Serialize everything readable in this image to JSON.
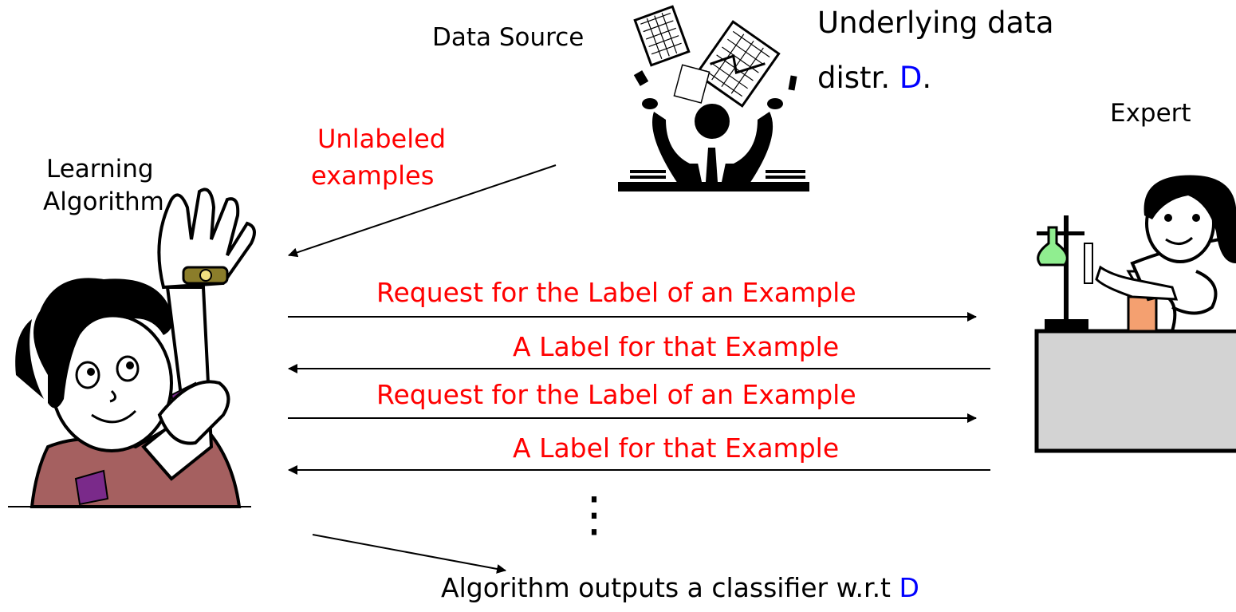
{
  "labels": {
    "data_source": "Data Source",
    "underlying_line1": "Underlying data",
    "underlying_line2_prefix": "distr. ",
    "distribution_symbol": "D",
    "underlying_line2_suffix": ".",
    "expert": "Expert",
    "learning_line1": "Learning",
    "learning_line2": "Algorithm",
    "unlabeled_line1": "Unlabeled",
    "unlabeled_line2": "examples",
    "request_1": "Request for the Label of an Example",
    "response_1": "A Label for that Example",
    "request_2": "Request for the Label of an Example",
    "response_2": "A Label for that Example",
    "ellipsis": "⋮",
    "output_prefix": "Algorithm outputs a classifier w.r.t ",
    "output_symbol": "D"
  },
  "colors": {
    "message_text": "#ff0000",
    "symbol_text": "#0000ff",
    "lines": "#000000",
    "bench": "#d3d3d3",
    "flask_liquid": "#90ee90",
    "beaker_liquid": "#f4a070",
    "shirt": "#a56060",
    "sleeve_stripe": "#7a2a8a",
    "watch": "#8b7d2a"
  },
  "icons": [
    "learner-clipart",
    "data-source-clipart",
    "expert-clipart"
  ]
}
